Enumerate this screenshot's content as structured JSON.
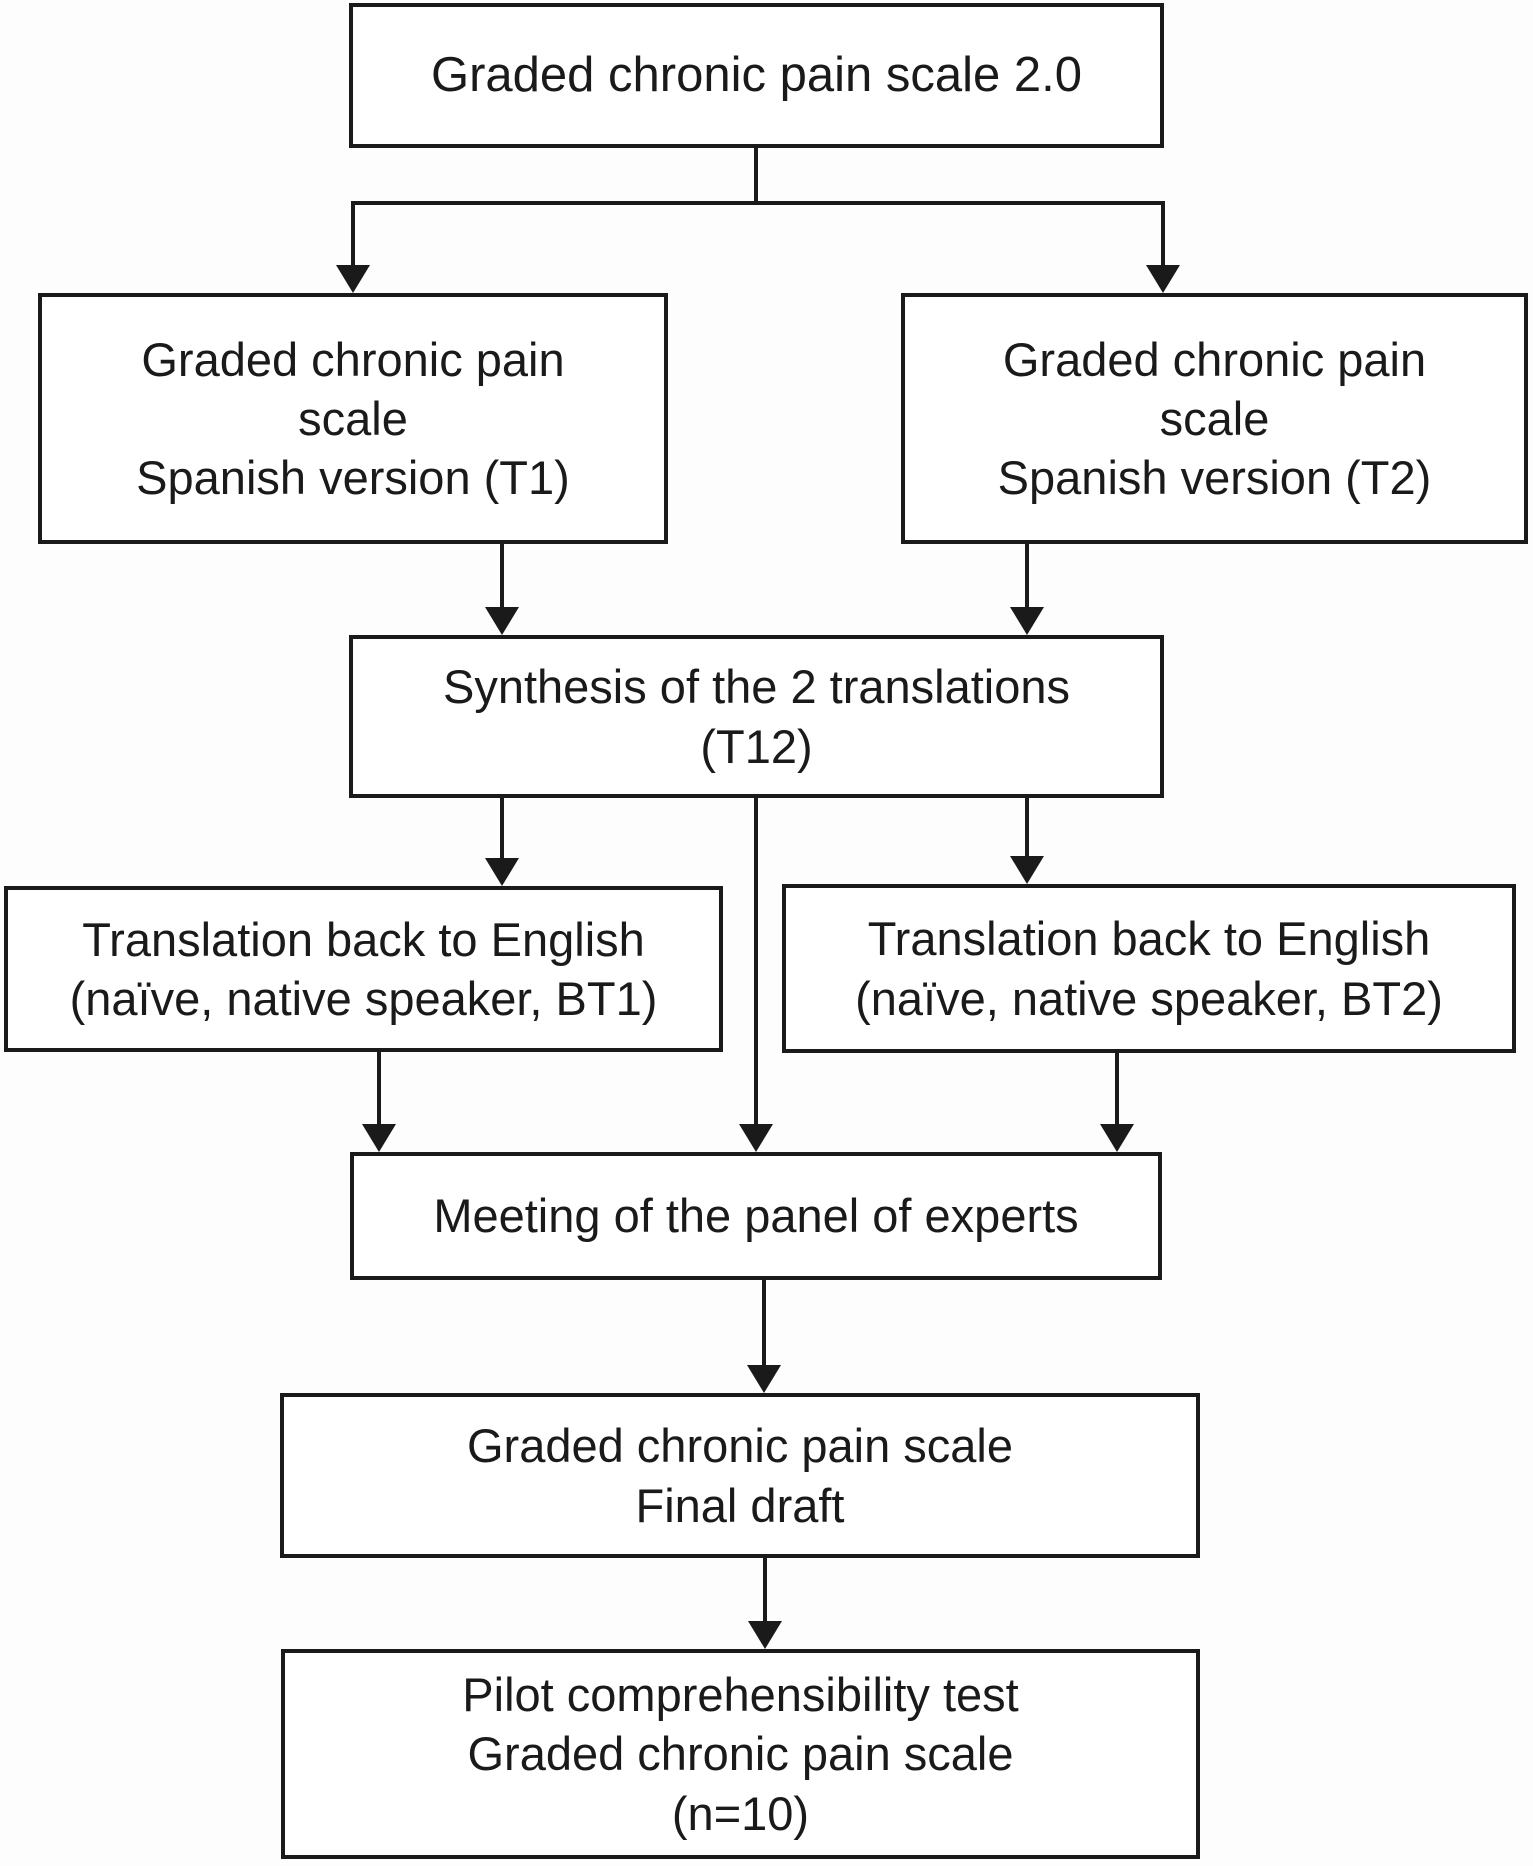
{
  "diagram": {
    "type": "flowchart",
    "ink_color": "#1a1a1a",
    "background_color": "#fdfdfd",
    "node_fill_color": "#ffffff",
    "nodes": {
      "gcps2": {
        "lines": [
          "Graded chronic pain scale 2.0"
        ]
      },
      "t1": {
        "lines": [
          "Graded chronic pain",
          "scale",
          "Spanish version (T1)"
        ]
      },
      "t2": {
        "lines": [
          "Graded chronic pain",
          "scale",
          "Spanish version (T2)"
        ]
      },
      "synthesis": {
        "lines": [
          "Synthesis of the 2 translations",
          "(T12)"
        ]
      },
      "bt1": {
        "lines": [
          "Translation back to English",
          "(naïve, native speaker, BT1)"
        ]
      },
      "bt2": {
        "lines": [
          "Translation back to English",
          "(naïve, native speaker, BT2)"
        ]
      },
      "meeting": {
        "lines": [
          "Meeting of the panel of experts"
        ]
      },
      "final_draft": {
        "lines": [
          "Graded chronic pain scale",
          "Final draft"
        ]
      },
      "pilot": {
        "lines": [
          "Pilot comprehensibility test",
          "Graded chronic pain scale",
          "(n=10)"
        ]
      }
    },
    "edges": [
      {
        "from": "gcps2",
        "to": "t1"
      },
      {
        "from": "gcps2",
        "to": "t2"
      },
      {
        "from": "t1",
        "to": "synthesis"
      },
      {
        "from": "t2",
        "to": "synthesis"
      },
      {
        "from": "synthesis",
        "to": "bt1"
      },
      {
        "from": "synthesis",
        "to": "bt2"
      },
      {
        "from": "synthesis",
        "to": "meeting"
      },
      {
        "from": "bt1",
        "to": "meeting"
      },
      {
        "from": "bt2",
        "to": "meeting"
      },
      {
        "from": "meeting",
        "to": "final_draft"
      },
      {
        "from": "final_draft",
        "to": "pilot"
      }
    ]
  }
}
